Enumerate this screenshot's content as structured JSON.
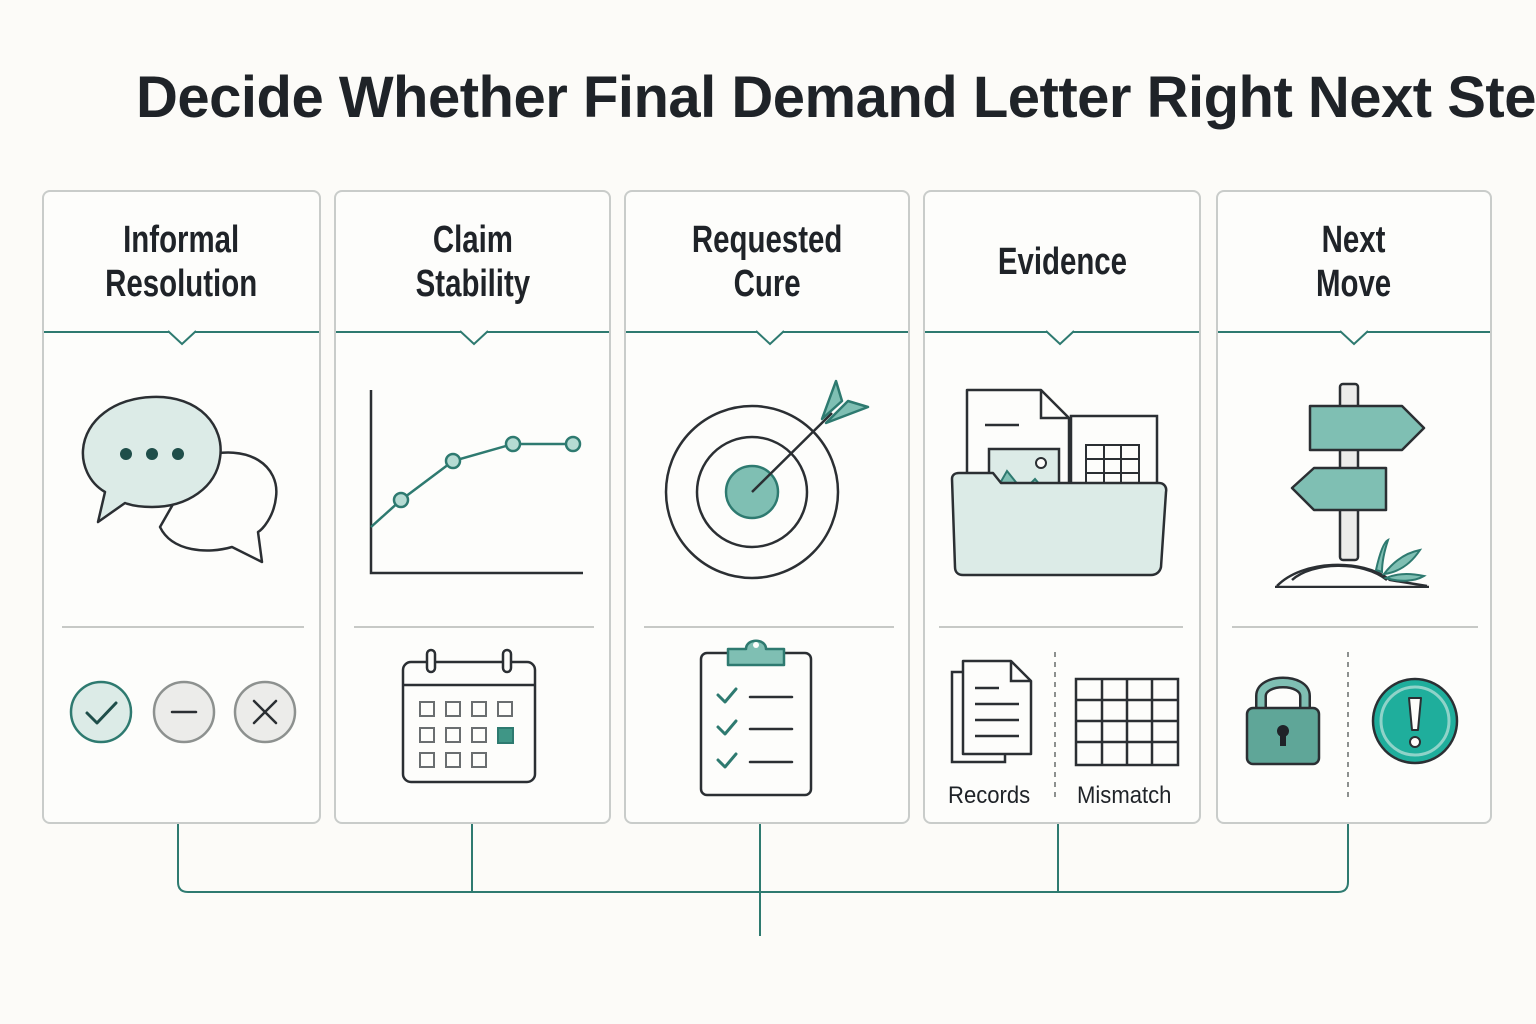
{
  "title": "Decide Whether Final Demand Letter Right Next Step",
  "colors": {
    "accent": "#2e7a70",
    "accent_light": "#dcebe7",
    "accent_mid": "#74b8ac",
    "accent_bright": "#1fae9c",
    "outline": "#2b2f33",
    "background": "#fcfbf8"
  },
  "columns": [
    {
      "heading_line1": "Informal",
      "heading_line2": "Resolution",
      "main_icon": "chat-bubbles-icon",
      "bottom_icons": [
        "check-circle-icon",
        "minus-circle-icon",
        "x-circle-icon"
      ]
    },
    {
      "heading_line1": "Claim",
      "heading_line2": "Stability",
      "main_icon": "line-chart-icon",
      "bottom_icons": [
        "calendar-icon"
      ]
    },
    {
      "heading_line1": "Requested",
      "heading_line2": "Cure",
      "main_icon": "target-arrow-icon",
      "bottom_icons": [
        "clipboard-checklist-icon"
      ]
    },
    {
      "heading_line1": "Evidence",
      "heading_line2": "",
      "main_icon": "evidence-folder-icon",
      "bottom_icons": [
        "documents-icon",
        "spreadsheet-grid-icon"
      ],
      "bottom_labels": [
        "Records",
        "Mismatch"
      ]
    },
    {
      "heading_line1": "Next",
      "heading_line2": "Move",
      "main_icon": "signpost-icon",
      "bottom_icons": [
        "padlock-icon",
        "alert-circle-icon"
      ]
    }
  ]
}
